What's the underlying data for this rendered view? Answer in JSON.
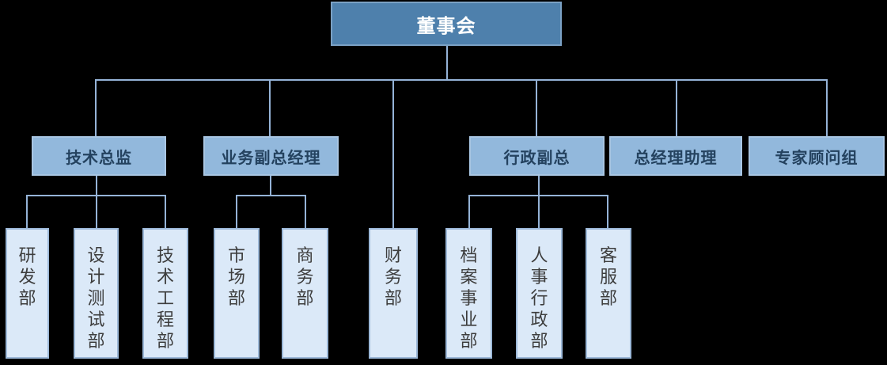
{
  "chart": {
    "root": {
      "label": "董事会"
    },
    "managers": [
      {
        "label": "技术总监"
      },
      {
        "label": "业务副总经理"
      },
      {
        "label": "行政副总"
      },
      {
        "label": "总经理助理"
      },
      {
        "label": "专家顾问组"
      }
    ],
    "departments": [
      {
        "label": "研发部"
      },
      {
        "label": "设计测试部"
      },
      {
        "label": "技术工程部"
      },
      {
        "label": "市场部"
      },
      {
        "label": "商务部"
      },
      {
        "label": "财务部"
      },
      {
        "label": "档案事业部"
      },
      {
        "label": "人事行政部"
      },
      {
        "label": "客服部"
      }
    ]
  },
  "colors": {
    "bg": "#000000",
    "line": "#95b3d7",
    "root_fill": "#4e80ac",
    "root_border": "#7ba1c4",
    "root_text": "#ffffff",
    "l2_fill": "#92b8dc",
    "l2_border": "#a9c6e3",
    "l2_text": "#24425f",
    "l3_fill": "#dbe9f8",
    "l3_border": "#9cb8d8",
    "l3_text": "#3d3d3d"
  }
}
